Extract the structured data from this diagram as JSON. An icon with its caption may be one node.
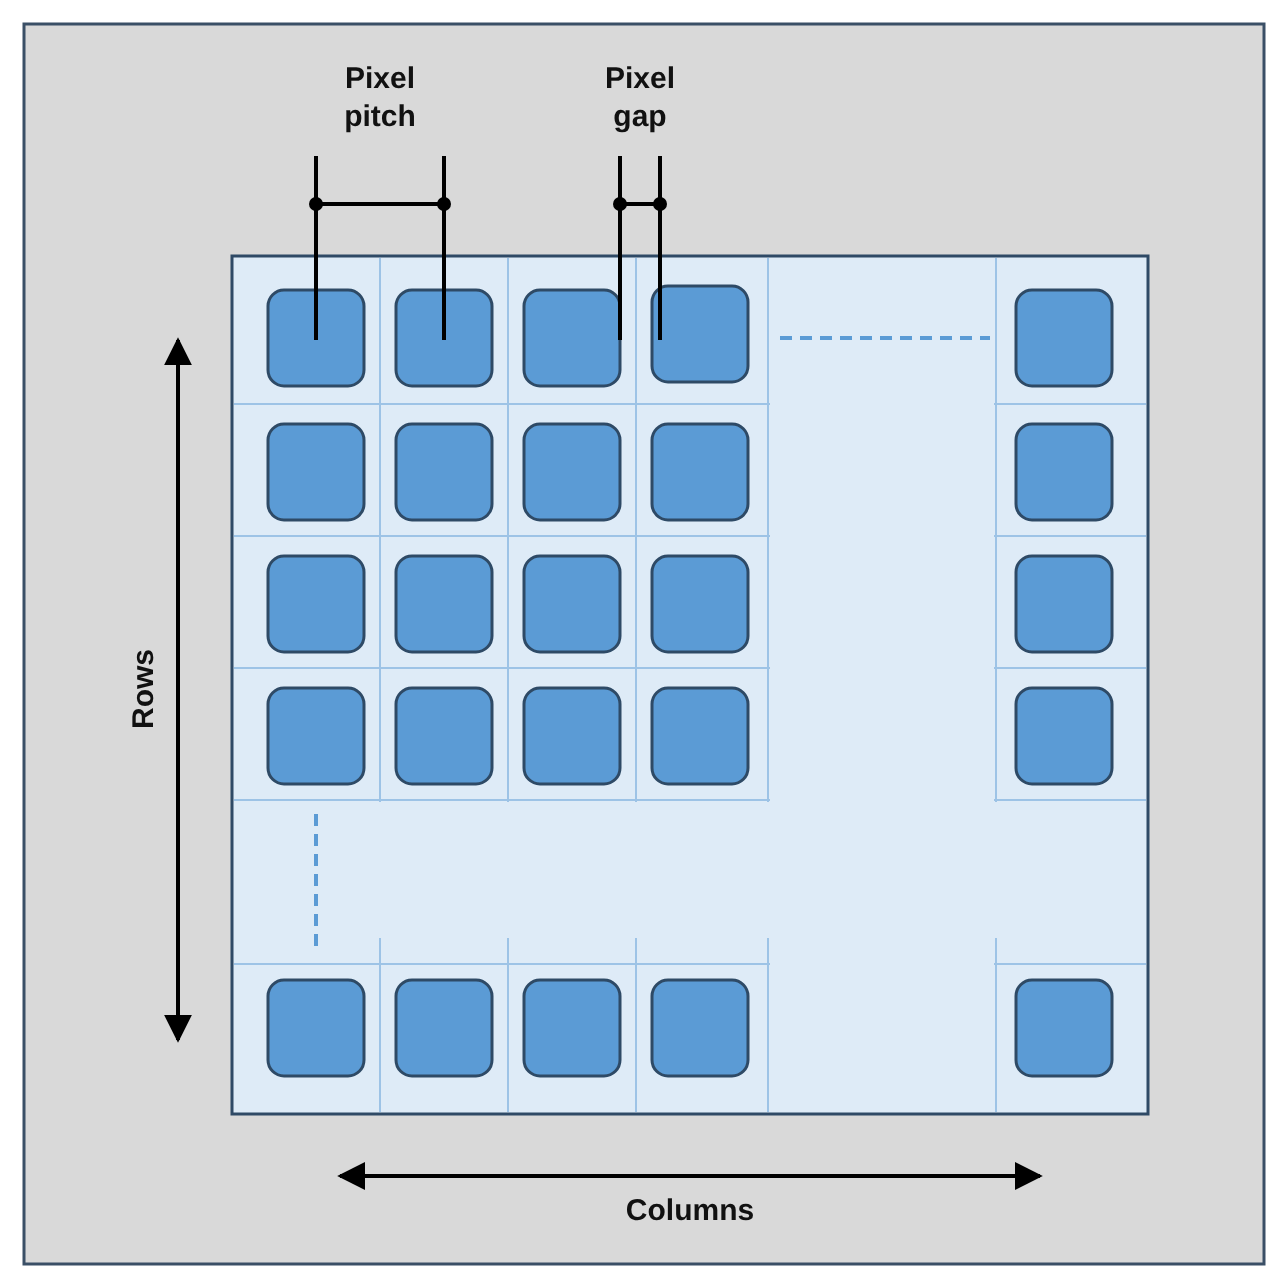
{
  "diagram": {
    "labels": [
      "Pixel pitch",
      "Pixel gap",
      "Rows",
      "Columns"
    ]
  }
}
